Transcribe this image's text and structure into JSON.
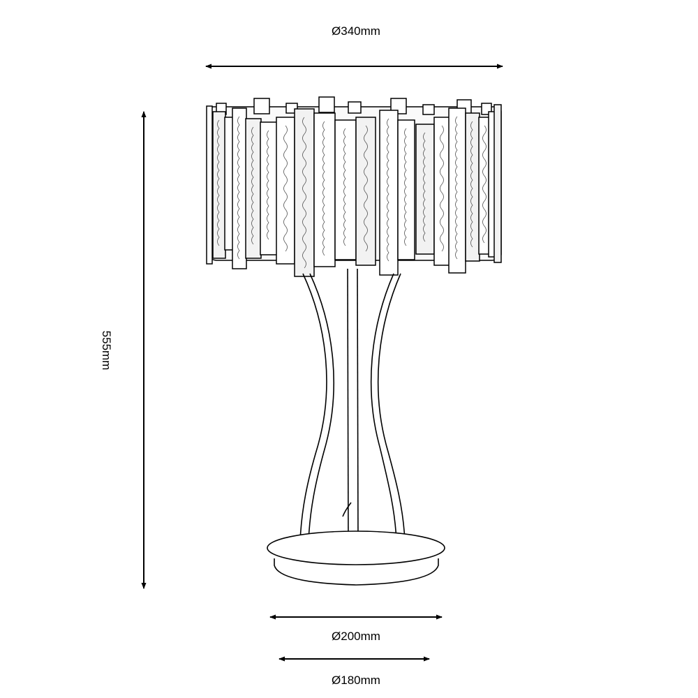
{
  "dimensions": {
    "shade_diameter": "Ø340mm",
    "height": "555mm",
    "base_outer_diameter": "Ø200mm",
    "base_inner_diameter": "Ø180mm"
  },
  "colors": {
    "line": "#000000",
    "background": "#ffffff"
  }
}
